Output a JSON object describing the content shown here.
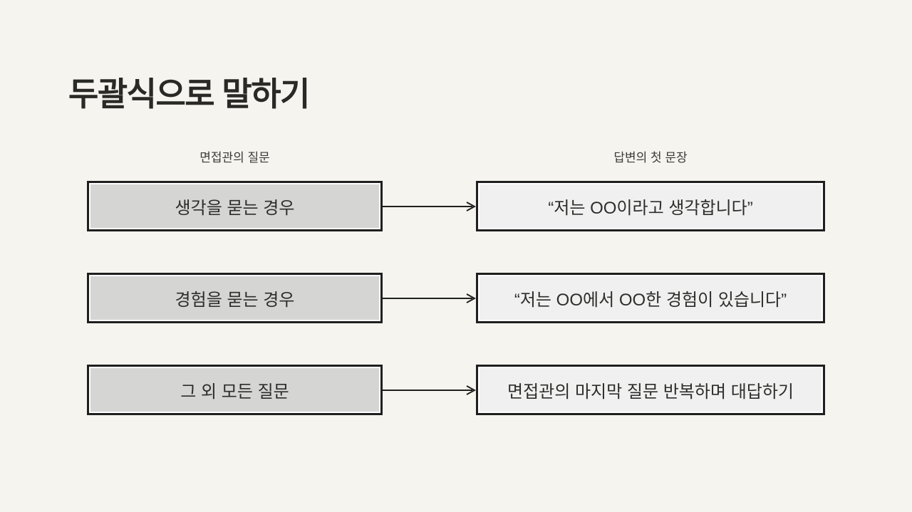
{
  "slide": {
    "title": "두괄식으로 말하기",
    "background_color": "#f5f4ee"
  },
  "columns": {
    "left_header": "면접관의 질문",
    "right_header": "답변의 첫 문장"
  },
  "rows": [
    {
      "left": "생각을 묻는 경우",
      "right": "“저는 OO이라고 생각합니다”"
    },
    {
      "left": "경험을 묻는 경우",
      "right": "“저는 OO에서 OO한 경험이 있습니다”"
    },
    {
      "left": "그 외 모든 질문",
      "right": "면접관의 마지막 질문 반복하며 대답하기"
    }
  ],
  "colors": {
    "title_text": "#292926",
    "box_border": "#1f1f1f",
    "box_inner_outline": "#ffffff",
    "left_box_fill": "#d5d5d4",
    "right_box_fill": "#f0f0f0",
    "arrow": "#1f1f1f"
  }
}
